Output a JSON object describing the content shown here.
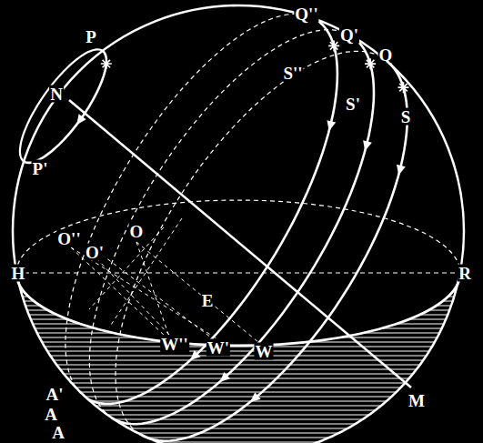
{
  "diagram": {
    "labels": [
      "P",
      "N",
      "P'",
      "Q''",
      "Q'",
      "Q",
      "S''",
      "S'",
      "S",
      "O''",
      "O'",
      "O",
      "H",
      "E",
      "R",
      "A'",
      "A",
      "A",
      "W''",
      "W'",
      "W",
      "M"
    ]
  }
}
